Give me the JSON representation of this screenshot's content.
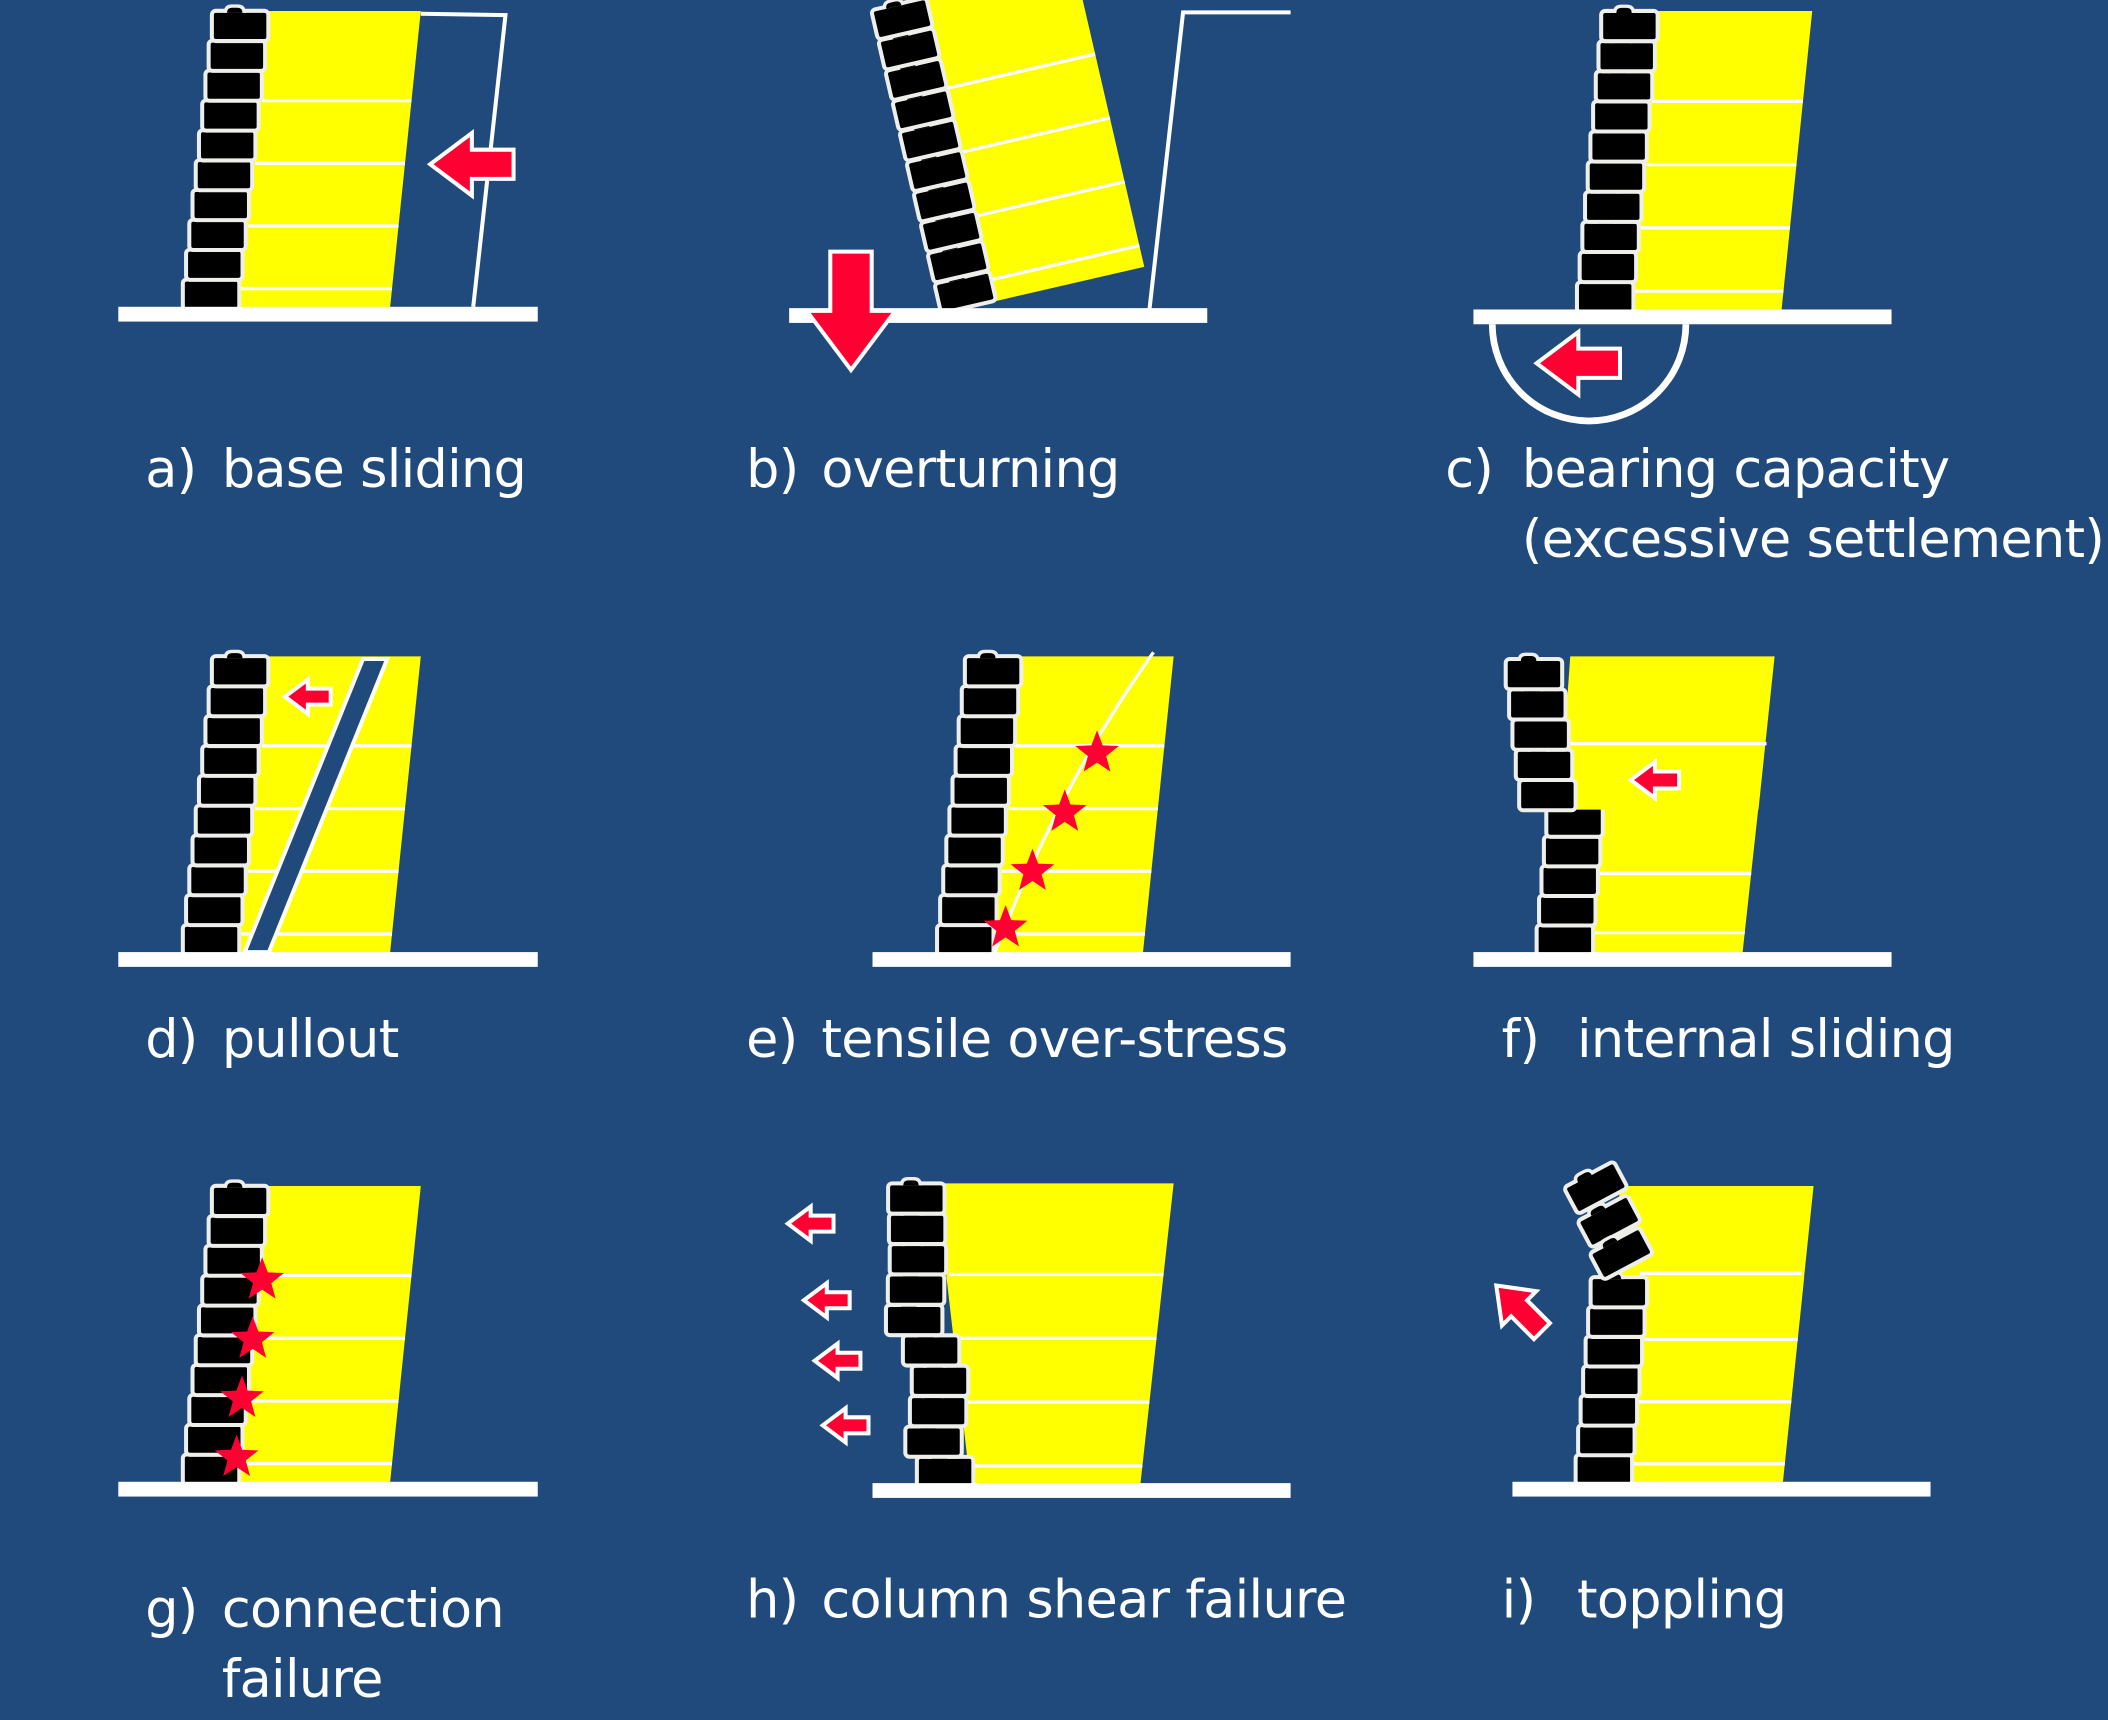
{
  "colors": {
    "background": "#214a7c",
    "fill": "#ffff00",
    "arrow": "#ff0033",
    "block": "#000000",
    "line": "#ffffff"
  },
  "panels": [
    {
      "id": "a",
      "letter": "a)",
      "lines": [
        "base sliding"
      ]
    },
    {
      "id": "b",
      "letter": "b)",
      "lines": [
        "overturning"
      ]
    },
    {
      "id": "c",
      "letter": "c)",
      "lines": [
        "bearing capacity",
        "(excessive settlement)"
      ]
    },
    {
      "id": "d",
      "letter": "d)",
      "lines": [
        "pullout"
      ]
    },
    {
      "id": "e",
      "letter": "e)",
      "lines": [
        "tensile over-stress"
      ]
    },
    {
      "id": "f",
      "letter": "f)",
      "lines": [
        "internal sliding"
      ]
    },
    {
      "id": "g",
      "letter": "g)",
      "lines": [
        "connection",
        "failure"
      ]
    },
    {
      "id": "h",
      "letter": "h)",
      "lines": [
        "column shear failure"
      ]
    },
    {
      "id": "i",
      "letter": "i)",
      "lines": [
        "toppling"
      ]
    }
  ]
}
